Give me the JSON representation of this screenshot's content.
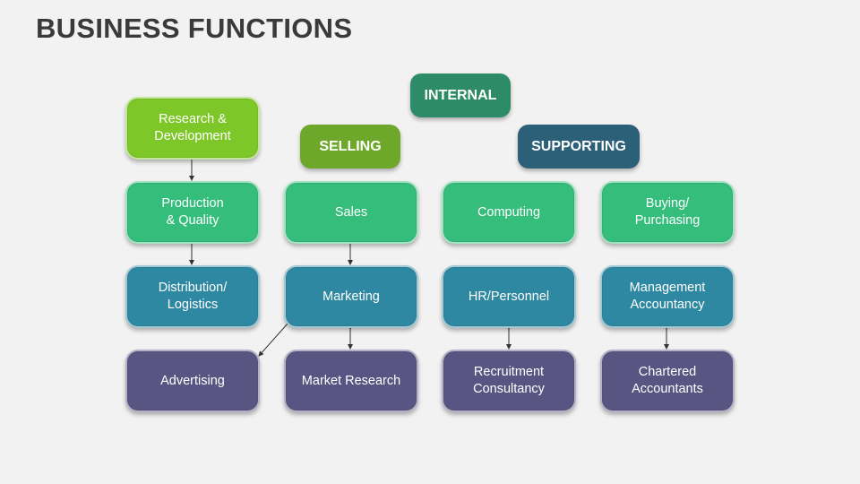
{
  "title": "BUSINESS FUNCTIONS",
  "headers": {
    "internal": "INTERNAL",
    "selling": "SELLING",
    "supporting": "SUPPORTING"
  },
  "nodes": {
    "research_development": "Research &\nDevelopment",
    "production_quality": "Production\n& Quality",
    "distribution_logistics": "Distribution/\nLogistics",
    "advertising": "Advertising",
    "sales": "Sales",
    "marketing": "Marketing",
    "market_research": "Market Research",
    "computing": "Computing",
    "hr_personnel": "HR/Personnel",
    "recruitment_consultancy": "Recruitment\nConsultancy",
    "buying_purchasing": "Buying/\nPurchasing",
    "management_accountancy": "Management\nAccountancy",
    "chartered_accountants": "Chartered\nAccountants"
  },
  "colors": {
    "lime": "#7dc728",
    "green": "#34bd7b",
    "blue": "#2f88a2",
    "purple": "#585582",
    "header_internal": "#2e8b67",
    "header_selling": "#6ea82a",
    "header_supporting": "#2c6079"
  }
}
